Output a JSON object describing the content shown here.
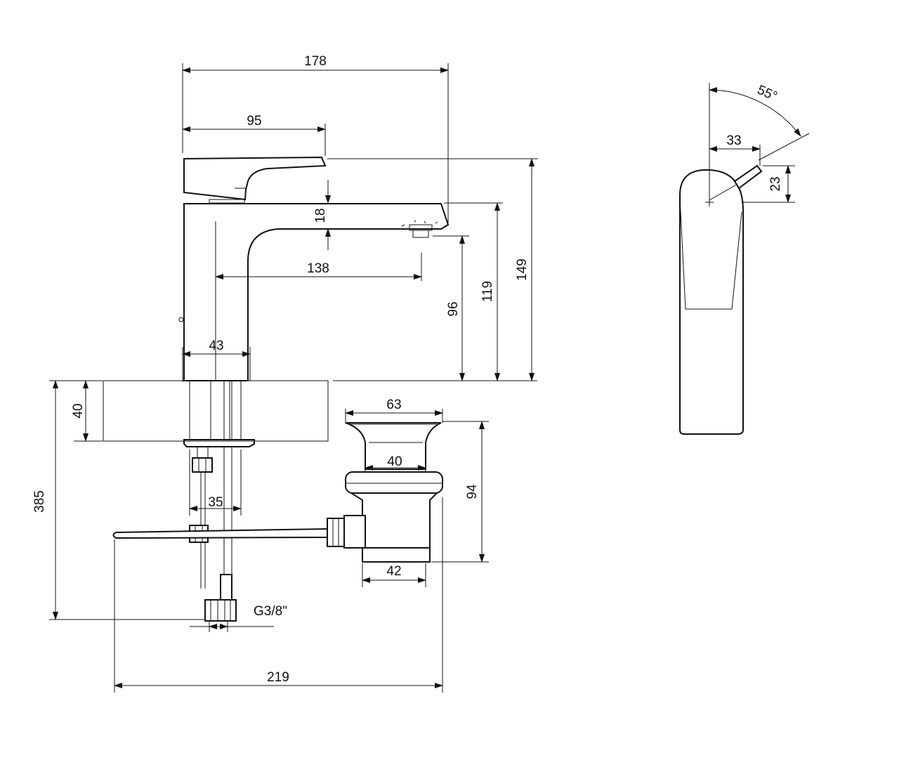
{
  "dimensions": {
    "total_reach": "178",
    "lever_reach": "95",
    "spout_thickness": "18",
    "outlet_reach": "138",
    "outlet_height": "96",
    "spout_height": "119",
    "total_height": "149",
    "body_width": "43",
    "deck_thickness": "40",
    "total_depth": "385",
    "shank_width": "35",
    "connection_thread": "G3/8\"",
    "drain_top_diameter": "63",
    "drain_neck_diameter": "40",
    "drain_height": "94",
    "drain_bottom_diameter": "42",
    "pop_up_rod_length": "219",
    "lever_angle": "55°",
    "lever_offset_x": "33",
    "lever_offset_y": "23"
  }
}
